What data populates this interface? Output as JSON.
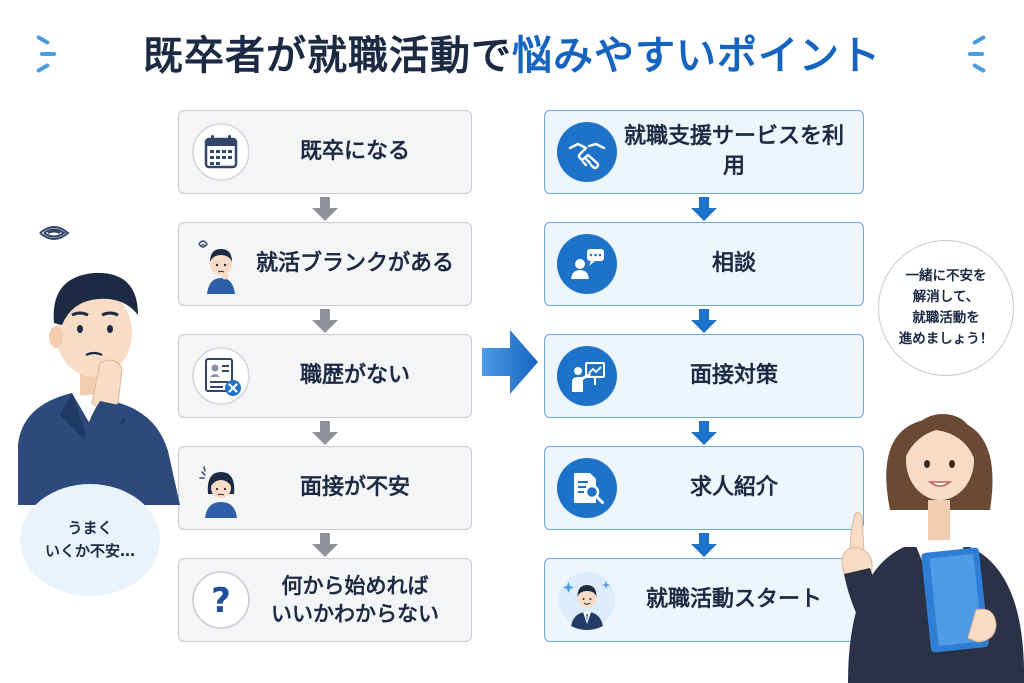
{
  "title": {
    "main": "既卒者が就職活動で",
    "highlight": "悩みやすいポイント"
  },
  "left_steps": [
    {
      "label": "既卒になる",
      "icon": "calendar-icon"
    },
    {
      "label": "就活ブランクがある",
      "icon": "worried-man-icon"
    },
    {
      "label": "職歴がない",
      "icon": "resume-x-icon"
    },
    {
      "label": "面接が不安",
      "icon": "anxious-woman-icon"
    },
    {
      "label": "何から始めれば\nいいかわからない",
      "icon": "question-icon"
    }
  ],
  "right_steps": [
    {
      "label": "就職支援サービスを利用",
      "icon": "handshake-icon"
    },
    {
      "label": "相談",
      "icon": "consultation-icon"
    },
    {
      "label": "面接対策",
      "icon": "presentation-icon"
    },
    {
      "label": "求人紹介",
      "icon": "document-search-icon"
    },
    {
      "label": "就職活動スタート",
      "icon": "businessman-icon"
    }
  ],
  "bubbles": {
    "left": "うまく\nいくか不安…",
    "right": "一緒に不安を\n解消して、\n就職活動を\n進めましょう！"
  },
  "colors": {
    "accent": "#1565c0",
    "navy": "#1c2a44",
    "arrow_gray": "#8e9298",
    "arrow_blue": "#1e73c8",
    "left_box_bg": "#f4f5f7",
    "right_box_bg": "#eef6fd"
  }
}
